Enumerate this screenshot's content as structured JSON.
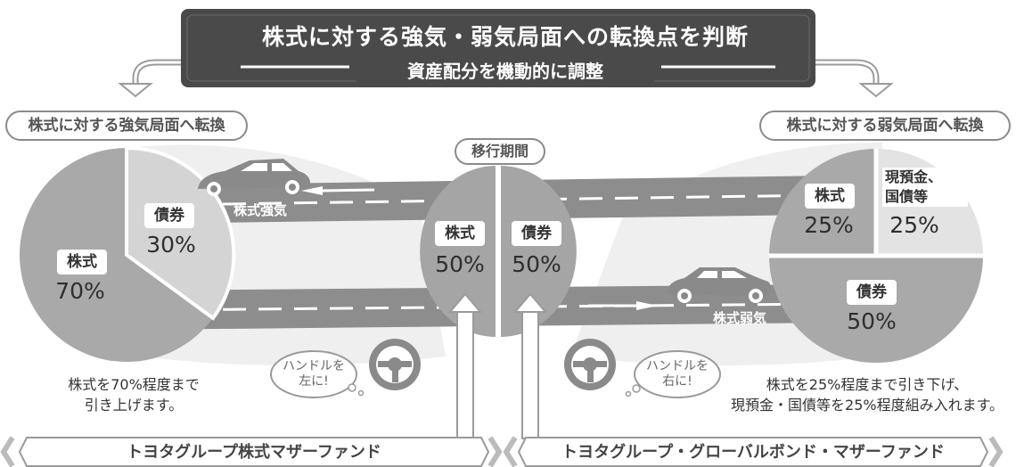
{
  "header": {
    "title": "株式に対する強気・弱気局面への転換点を判断",
    "subtitle": "資産配分を機動的に調整"
  },
  "left_phase": {
    "label": "株式に対する強気局面へ転換",
    "pie": [
      {
        "name": "株式",
        "value": "70%"
      },
      {
        "name": "債券",
        "value": "30%"
      }
    ],
    "road_label": "株式強気",
    "steering_text": "ハンドルを\n左に!",
    "note": "株式を70%程度まで\n引き上げます。"
  },
  "middle_phase": {
    "label": "移行期間",
    "left_half": {
      "name": "株式",
      "value": "50%"
    },
    "right_half": {
      "name": "債券",
      "value": "50%"
    }
  },
  "right_phase": {
    "label": "株式に対する弱気局面へ転換",
    "pie": [
      {
        "name": "株式",
        "value": "25%"
      },
      {
        "name": "現預金、\n国債等",
        "value": "25%"
      },
      {
        "name": "債券",
        "value": "50%"
      }
    ],
    "road_label": "株式弱気",
    "steering_text": "ハンドルを\n右に!",
    "note": "株式を25%程度まで引き下げ、\n現預金・国債等を25%程度組み入れます。"
  },
  "funds": {
    "left": "トヨタグループ株式マザーファンド",
    "right": "トヨタグループ・グローバルボンド・マザーファンド"
  },
  "colors": {
    "title_bg": "#4a4a4a",
    "road": "#8c8c8c",
    "pie_dark": "#a8a8a8",
    "pie_light": "#dedede",
    "shadow": "#eeeeee"
  }
}
